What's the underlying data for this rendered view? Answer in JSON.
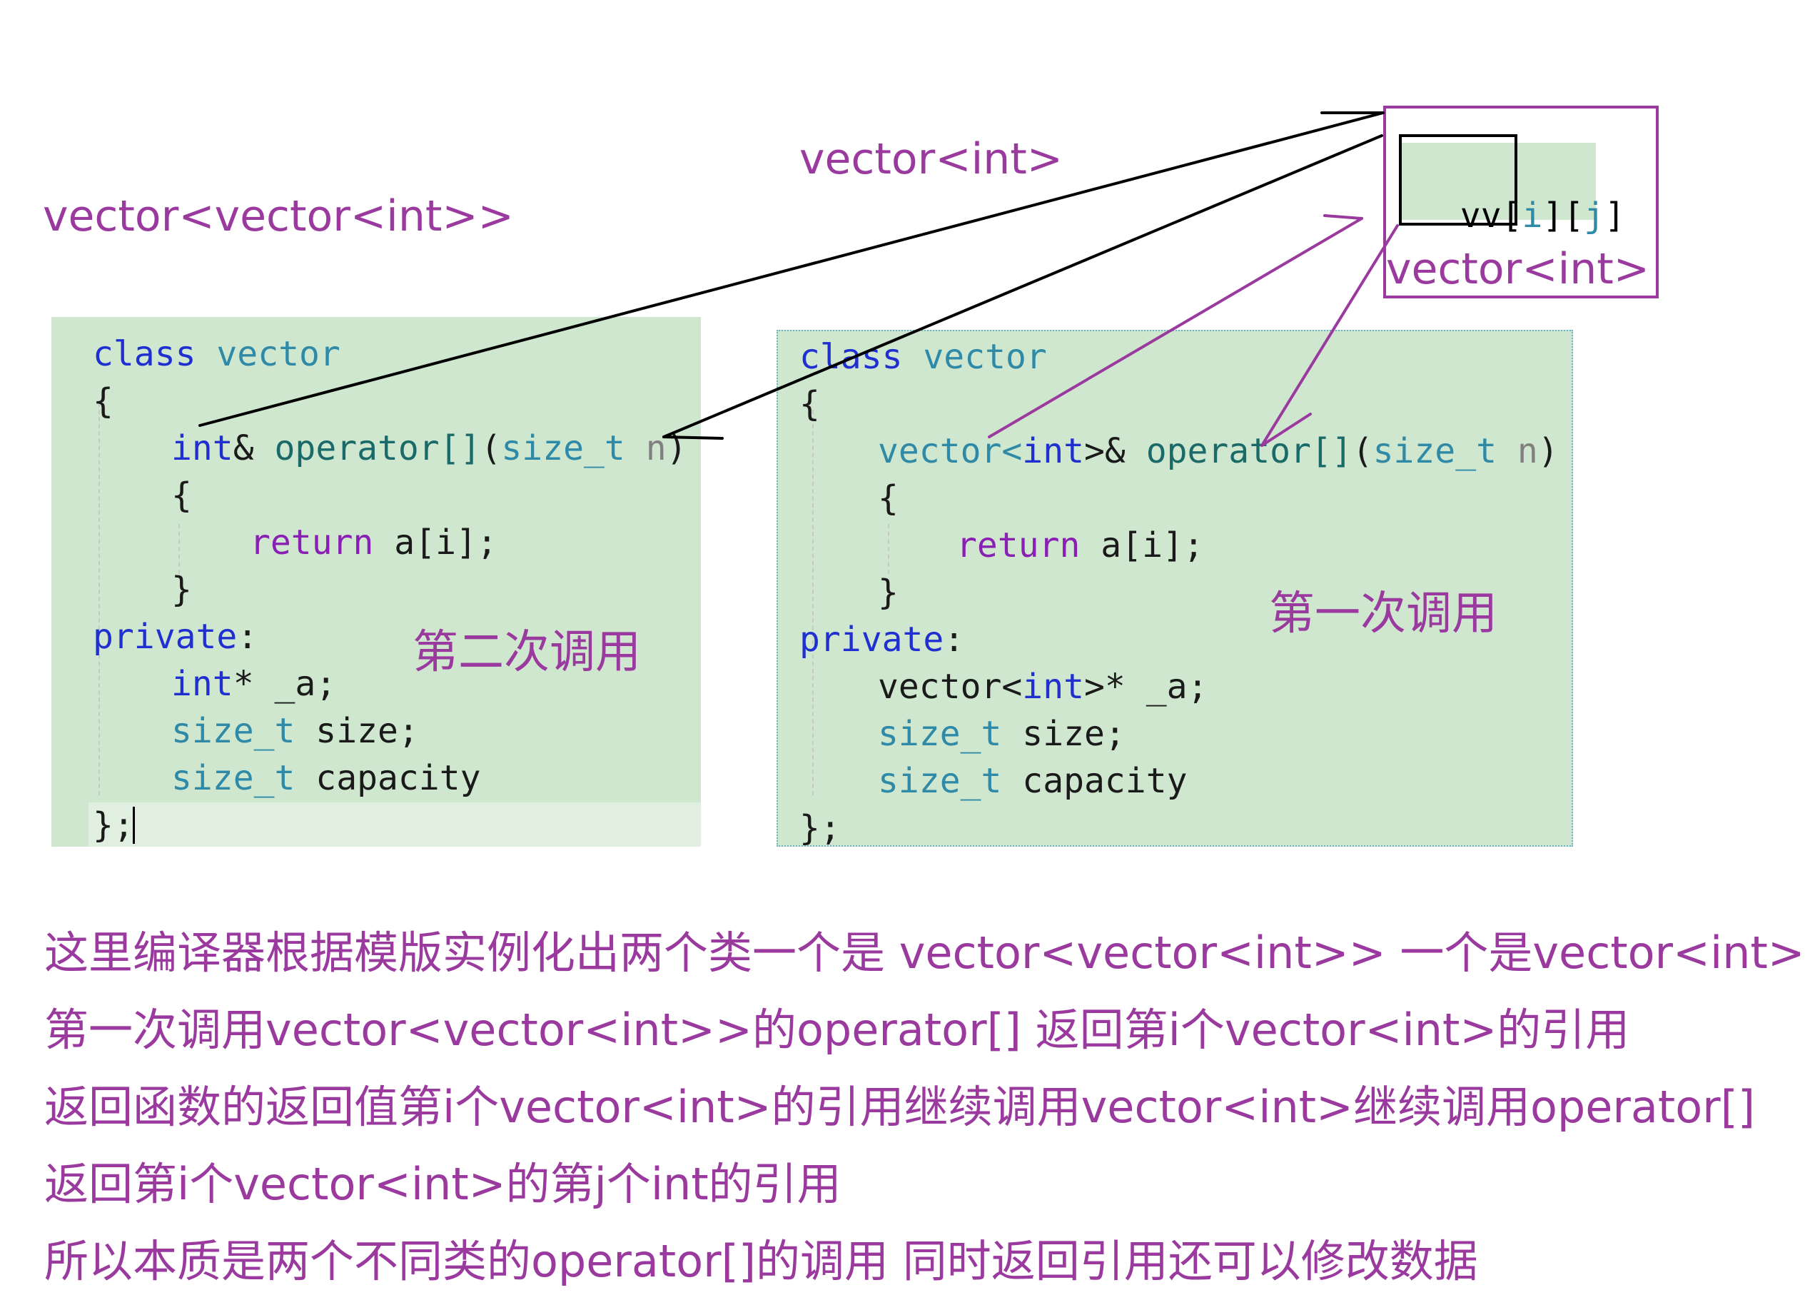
{
  "labels": {
    "outer_type": "vector<vector<int>>",
    "inner_type_top": "vector<int>",
    "inner_type_box": "vector<int>",
    "second_call": "第二次调用",
    "first_call": "第一次调用"
  },
  "expression": {
    "vv": "vv[",
    "i": "i",
    "close_i": "]",
    "open_j": "[",
    "j": "j",
    "close_j": "]"
  },
  "left_code": {
    "line_class_kw": "class",
    "line_class_name": "vector",
    "open_brace": "{",
    "op_ret_type": "int",
    "op_amp": "&",
    "op_name": "operator[]",
    "op_paren": "(",
    "op_param_type": "size_t",
    "op_param_name": "n",
    "op_close": ")",
    "inner_open": "{",
    "return_kw": "return",
    "return_expr": "a[i];",
    "inner_close": "}",
    "private_kw": "private",
    "private_colon": ":",
    "m1_type": "int",
    "m1_rest": "* _a;",
    "m2_type": "size_t",
    "m2_rest": "size;",
    "m3_type": "size_t",
    "m3_rest": "capacity",
    "end": "};"
  },
  "right_code": {
    "line_class_kw": "class",
    "line_class_name": "vector",
    "open_brace": "{",
    "op_ret_a": "vector<",
    "op_ret_int": "int",
    "op_ret_b": ">&",
    "op_name": "operator[]",
    "op_paren": "(",
    "op_param_type": "size_t",
    "op_param_name": "n",
    "op_close": ")",
    "inner_open": "{",
    "return_kw": "return",
    "return_expr": "a[i];",
    "inner_close": "}",
    "private_kw": "private",
    "private_colon": ":",
    "m1_a": "vector<",
    "m1_int": "int",
    "m1_b": ">* _a;",
    "m2_type": "size_t",
    "m2_rest": "size;",
    "m3_type": "size_t",
    "m3_rest": "capacity",
    "end": "};"
  },
  "explanation": [
    "这里编译器根据模版实例化出两个类一个是 vector<vector<int>> 一个是vector<int>",
    "第一次调用vector<vector<int>>的operator[] 返回第i个vector<int>的引用",
    "返回函数的返回值第i个vector<int>的引用继续调用vector<int>继续调用operator[]",
    "返回第i个vector<int>的第j个int的引用",
    "所以本质是两个不同类的operator[]的调用 同时返回引用还可以修改数据"
  ],
  "colors": {
    "annotation": "#9b3a9e",
    "code_bg": "#cfe7cf",
    "keyword": "#1f2fd0",
    "keyword_control": "#8a1fb3",
    "type": "#2f8aa8",
    "function": "#1b6a6a"
  }
}
